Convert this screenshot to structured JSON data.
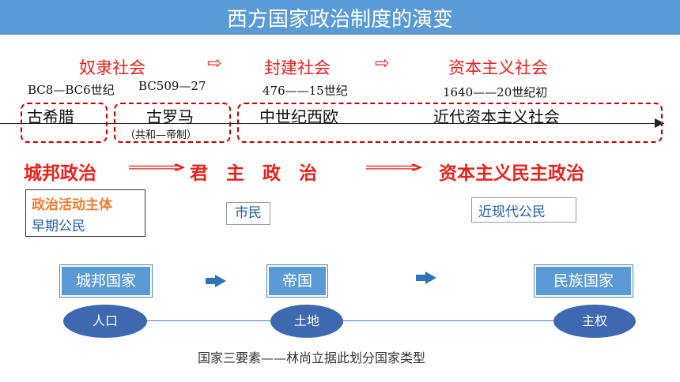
{
  "title": "西方国家政治制度的演变",
  "eras": {
    "slave": "奴隶社会",
    "feudal": "封建社会",
    "capitalist": "资本主义社会",
    "arrow": "⇨"
  },
  "periods": {
    "greece": "BC8—BC6世纪",
    "rome": "BC509—27",
    "medieval": "476——15世纪",
    "modern": "1640——20世纪初"
  },
  "regions": {
    "greece": "古希腊",
    "rome": "古罗马",
    "rome_note": "（共和—帝制）",
    "medieval": "中世纪西欧",
    "modern": "近代资本主义社会"
  },
  "politics": {
    "city_state": "城邦政治",
    "monarchy": "君　主　政　治",
    "democracy": "资本主义民主政治",
    "arrow": "⟹"
  },
  "subjects": {
    "label": "政治活动主体",
    "early": "早期公民",
    "citizen": "市民",
    "modern": "近现代公民"
  },
  "state_types": {
    "city_state": "城邦国家",
    "empire": "帝国",
    "nation": "民族国家"
  },
  "elements": {
    "population": "人口",
    "land": "土地",
    "sovereignty": "主权"
  },
  "caption": "国家三要素——林尚立据此划分国家类型",
  "colors": {
    "title_bg": "#5b9bd5",
    "red": "#e8211d",
    "orange": "#ed7d31",
    "blue_text": "#1f5fa6",
    "state_box": "#5b9bd5",
    "ellipse": "#3e68b0"
  }
}
